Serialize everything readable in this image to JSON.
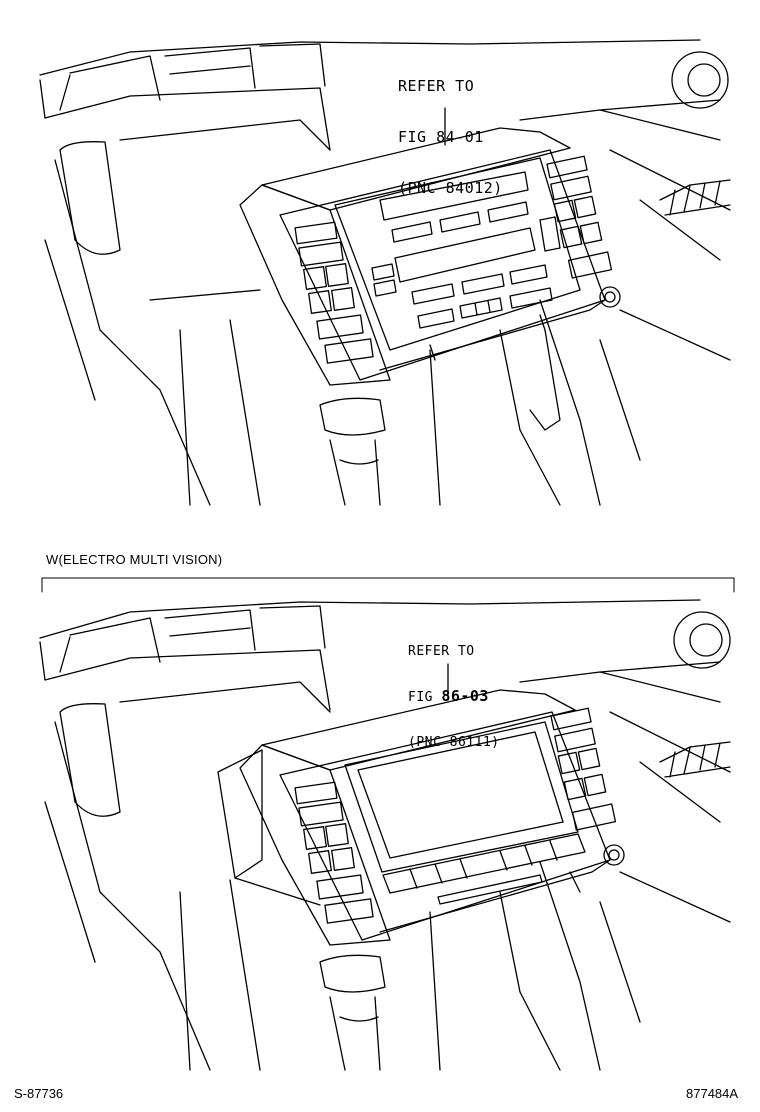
{
  "top_callout": {
    "line1": "REFER TO",
    "line2": "FIG 84-01",
    "line3": "(PNC 84012)"
  },
  "variant_label": "W(ELECTRO MULTI VISION)",
  "bottom_callout": {
    "line1": "REFER TO",
    "line2_prefix": "FIG ",
    "line2_fig": "86-03",
    "line3": "(PNC 86111)"
  },
  "footer": {
    "left_code": "S-87736",
    "right_code": "877484A"
  }
}
